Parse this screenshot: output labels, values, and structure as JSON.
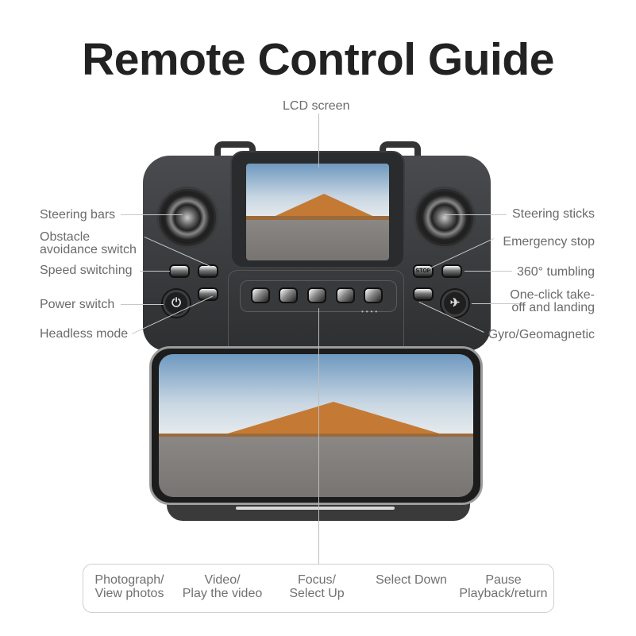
{
  "title": "Remote Control Guide",
  "top_label": "LCD screen",
  "left_labels": [
    {
      "text": "Steering bars"
    },
    {
      "line1": "Obstacle",
      "line2": "avoidance switch"
    },
    {
      "text": "Speed switching"
    },
    {
      "text": "Power switch"
    },
    {
      "text": "Headless mode"
    }
  ],
  "right_labels": [
    {
      "text": "Steering sticks"
    },
    {
      "text": "Emergency stop"
    },
    {
      "text": "360° tumbling"
    },
    {
      "line1": "One-click take-",
      "line2": "off and landing"
    },
    {
      "text": "Gyro/Geomagnetic"
    }
  ],
  "bottom_labels": [
    {
      "line1": "Photograph/",
      "line2": "View photos"
    },
    {
      "line1": "Video/",
      "line2": "Play the video"
    },
    {
      "line1": "Focus/",
      "line2": "Select Up"
    },
    {
      "line1": "Select Down",
      "line2": ""
    },
    {
      "line1": "Pause",
      "line2": "Playback/return"
    }
  ],
  "buttons": {
    "stop": "STOP",
    "power_icon": "⏻",
    "takeoff_icon": "✈"
  },
  "colors": {
    "title": "#222222",
    "label": "#6b6b6b",
    "remote_body": "#3a3b3d"
  }
}
